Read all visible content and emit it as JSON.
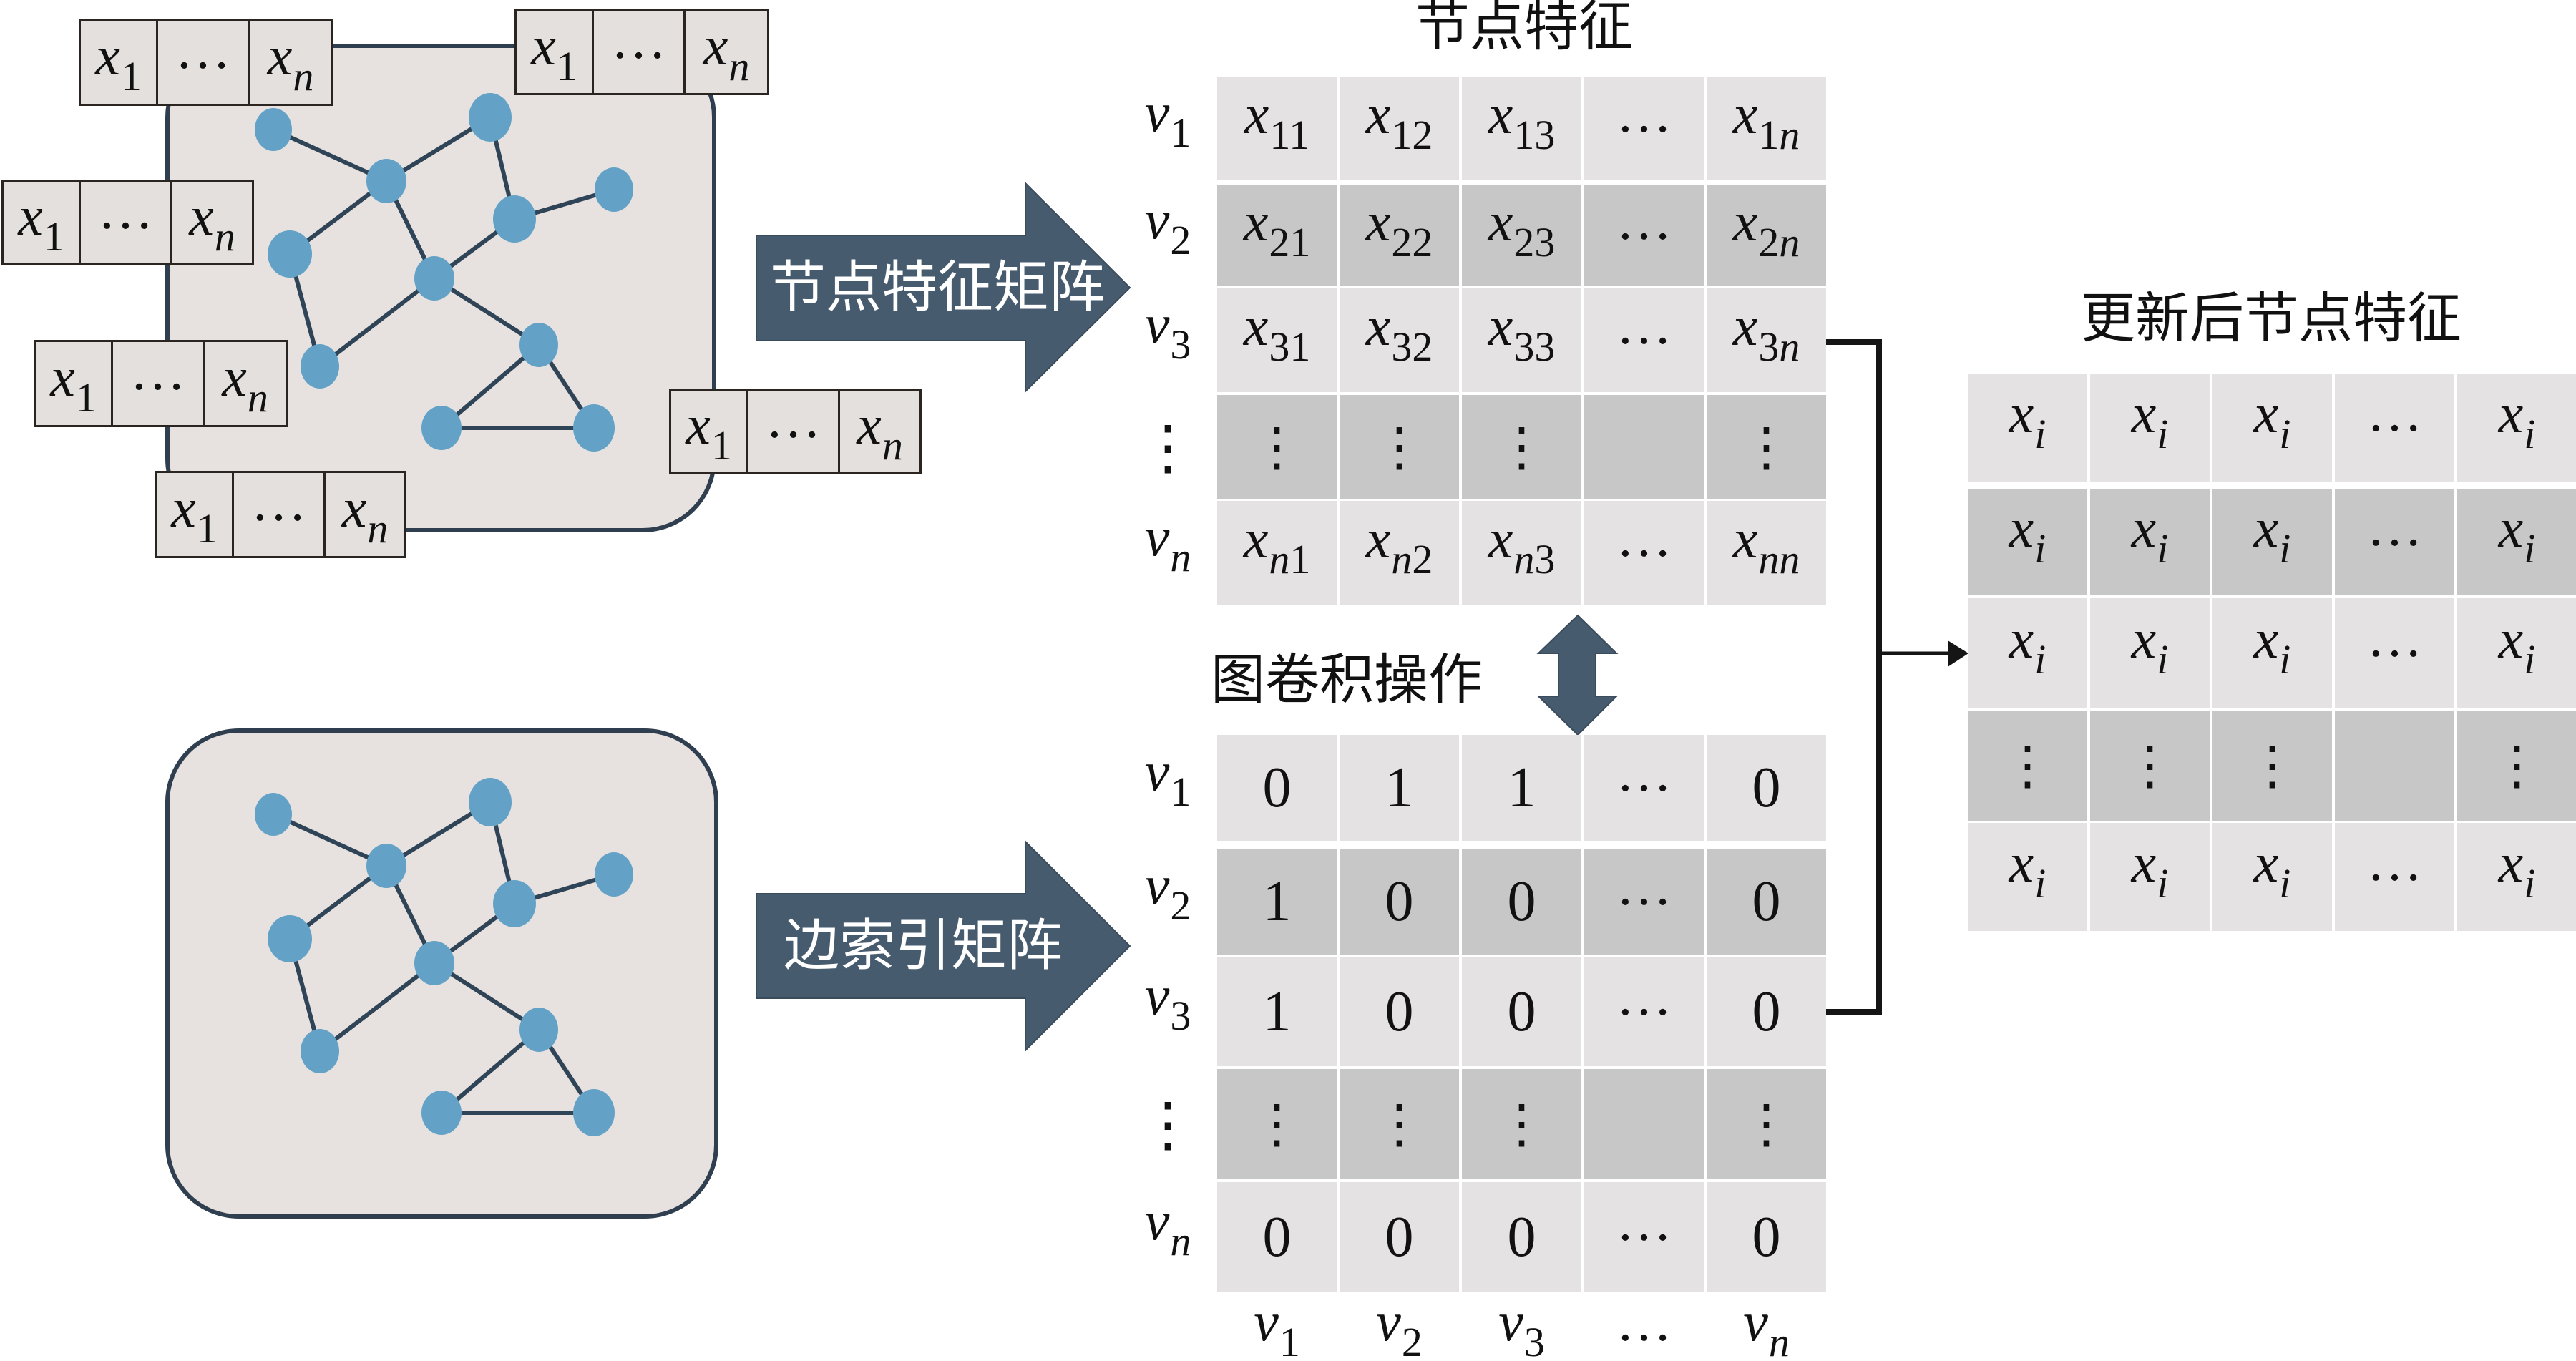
{
  "titles": {
    "node_features": "节点特征",
    "updated_node_features": "更新后节点特征",
    "graph_convolution": "图卷积操作"
  },
  "arrows": {
    "feature_matrix": "节点特征矩阵",
    "edge_index_matrix": "边索引矩阵"
  },
  "feature_vectors": [
    [
      {
        "base": "x",
        "sub": "1"
      },
      {
        "text": "…"
      },
      {
        "base": "x",
        "sub": "n"
      }
    ],
    [
      {
        "base": "x",
        "sub": "1"
      },
      {
        "text": "…"
      },
      {
        "base": "x",
        "sub": "n"
      }
    ],
    [
      {
        "base": "x",
        "sub": "1"
      },
      {
        "text": "…"
      },
      {
        "base": "x",
        "sub": "n"
      }
    ],
    [
      {
        "base": "x",
        "sub": "1"
      },
      {
        "text": "…"
      },
      {
        "base": "x",
        "sub": "n"
      }
    ],
    [
      {
        "base": "x",
        "sub": "1"
      },
      {
        "text": "…"
      },
      {
        "base": "x",
        "sub": "n"
      }
    ],
    [
      {
        "base": "x",
        "sub": "1"
      },
      {
        "text": "…"
      },
      {
        "base": "x",
        "sub": "n"
      }
    ]
  ],
  "graph": {
    "node_count": 11,
    "edges": [
      [
        0,
        2
      ],
      [
        2,
        1
      ],
      [
        1,
        4
      ],
      [
        4,
        3
      ],
      [
        2,
        5
      ],
      [
        2,
        6
      ],
      [
        4,
        6
      ],
      [
        5,
        7
      ],
      [
        7,
        6
      ],
      [
        6,
        8
      ],
      [
        8,
        9
      ],
      [
        8,
        10
      ],
      [
        9,
        10
      ]
    ]
  },
  "feature_matrix": {
    "row_labels": [
      {
        "base": "v",
        "sub": "1"
      },
      {
        "base": "v",
        "sub": "2"
      },
      {
        "base": "v",
        "sub": "3"
      },
      {
        "text": "⋮"
      },
      {
        "base": "v",
        "sub": "n"
      }
    ],
    "rows": [
      [
        {
          "base": "x",
          "sub": "11"
        },
        {
          "base": "x",
          "sub": "12"
        },
        {
          "base": "x",
          "sub": "13"
        },
        {
          "text": "…"
        },
        {
          "base": "x",
          "sub": "1n"
        }
      ],
      [
        {
          "base": "x",
          "sub": "21"
        },
        {
          "base": "x",
          "sub": "22"
        },
        {
          "base": "x",
          "sub": "23"
        },
        {
          "text": "…"
        },
        {
          "base": "x",
          "sub": "2n"
        }
      ],
      [
        {
          "base": "x",
          "sub": "31"
        },
        {
          "base": "x",
          "sub": "32"
        },
        {
          "base": "x",
          "sub": "33"
        },
        {
          "text": "…"
        },
        {
          "base": "x",
          "sub": "3n"
        }
      ],
      [
        {
          "text": "⋮"
        },
        {
          "text": "⋮"
        },
        {
          "text": "⋮"
        },
        {
          "text": ""
        },
        {
          "text": "⋮"
        }
      ],
      [
        {
          "base": "x",
          "sub": "n1"
        },
        {
          "base": "x",
          "sub": "n2"
        },
        {
          "base": "x",
          "sub": "n3"
        },
        {
          "text": "…"
        },
        {
          "base": "x",
          "sub": "nn"
        }
      ]
    ]
  },
  "adjacency_matrix": {
    "row_labels": [
      {
        "base": "v",
        "sub": "1"
      },
      {
        "base": "v",
        "sub": "2"
      },
      {
        "base": "v",
        "sub": "3"
      },
      {
        "text": "⋮"
      },
      {
        "base": "v",
        "sub": "n"
      }
    ],
    "col_labels": [
      {
        "base": "v",
        "sub": "1"
      },
      {
        "base": "v",
        "sub": "2"
      },
      {
        "base": "v",
        "sub": "3"
      },
      {
        "text": "…"
      },
      {
        "base": "v",
        "sub": "n"
      }
    ],
    "rows": [
      [
        {
          "text": "0"
        },
        {
          "text": "1"
        },
        {
          "text": "1"
        },
        {
          "text": "…"
        },
        {
          "text": "0"
        }
      ],
      [
        {
          "text": "1"
        },
        {
          "text": "0"
        },
        {
          "text": "0"
        },
        {
          "text": "…"
        },
        {
          "text": "0"
        }
      ],
      [
        {
          "text": "1"
        },
        {
          "text": "0"
        },
        {
          "text": "0"
        },
        {
          "text": "…"
        },
        {
          "text": "0"
        }
      ],
      [
        {
          "text": "⋮"
        },
        {
          "text": "⋮"
        },
        {
          "text": "⋮"
        },
        {
          "text": ""
        },
        {
          "text": "⋮"
        }
      ],
      [
        {
          "text": "0"
        },
        {
          "text": "0"
        },
        {
          "text": "0"
        },
        {
          "text": "…"
        },
        {
          "text": "0"
        }
      ]
    ]
  },
  "updated_matrix": {
    "rows": [
      [
        {
          "base": "x",
          "sub": "i"
        },
        {
          "base": "x",
          "sub": "i"
        },
        {
          "base": "x",
          "sub": "i"
        },
        {
          "text": "…"
        },
        {
          "base": "x",
          "sub": "i"
        }
      ],
      [
        {
          "base": "x",
          "sub": "i"
        },
        {
          "base": "x",
          "sub": "i"
        },
        {
          "base": "x",
          "sub": "i"
        },
        {
          "text": "…"
        },
        {
          "base": "x",
          "sub": "i"
        }
      ],
      [
        {
          "base": "x",
          "sub": "i"
        },
        {
          "base": "x",
          "sub": "i"
        },
        {
          "base": "x",
          "sub": "i"
        },
        {
          "text": "…"
        },
        {
          "base": "x",
          "sub": "i"
        }
      ],
      [
        {
          "text": "⋮"
        },
        {
          "text": "⋮"
        },
        {
          "text": "⋮"
        },
        {
          "text": ""
        },
        {
          "text": "⋮"
        }
      ],
      [
        {
          "base": "x",
          "sub": "i"
        },
        {
          "base": "x",
          "sub": "i"
        },
        {
          "base": "x",
          "sub": "i"
        },
        {
          "text": "…"
        },
        {
          "base": "x",
          "sub": "i"
        }
      ]
    ]
  },
  "colors": {
    "background": "#ffffff",
    "text": "#111111",
    "arrow_fill": "#475b6f",
    "arrow_text": "#ffffff",
    "graph_frame": "#2f3f50",
    "graph_fill": "#e7e2df",
    "node": "#63a2c6",
    "edge": "#2f4457",
    "cell_light": "#e4e2e2",
    "cell_dark": "#c8c7c8",
    "feature_box_fill": "#e4e0dd",
    "feature_box_border": "#2a2521",
    "connector": "#151515"
  }
}
